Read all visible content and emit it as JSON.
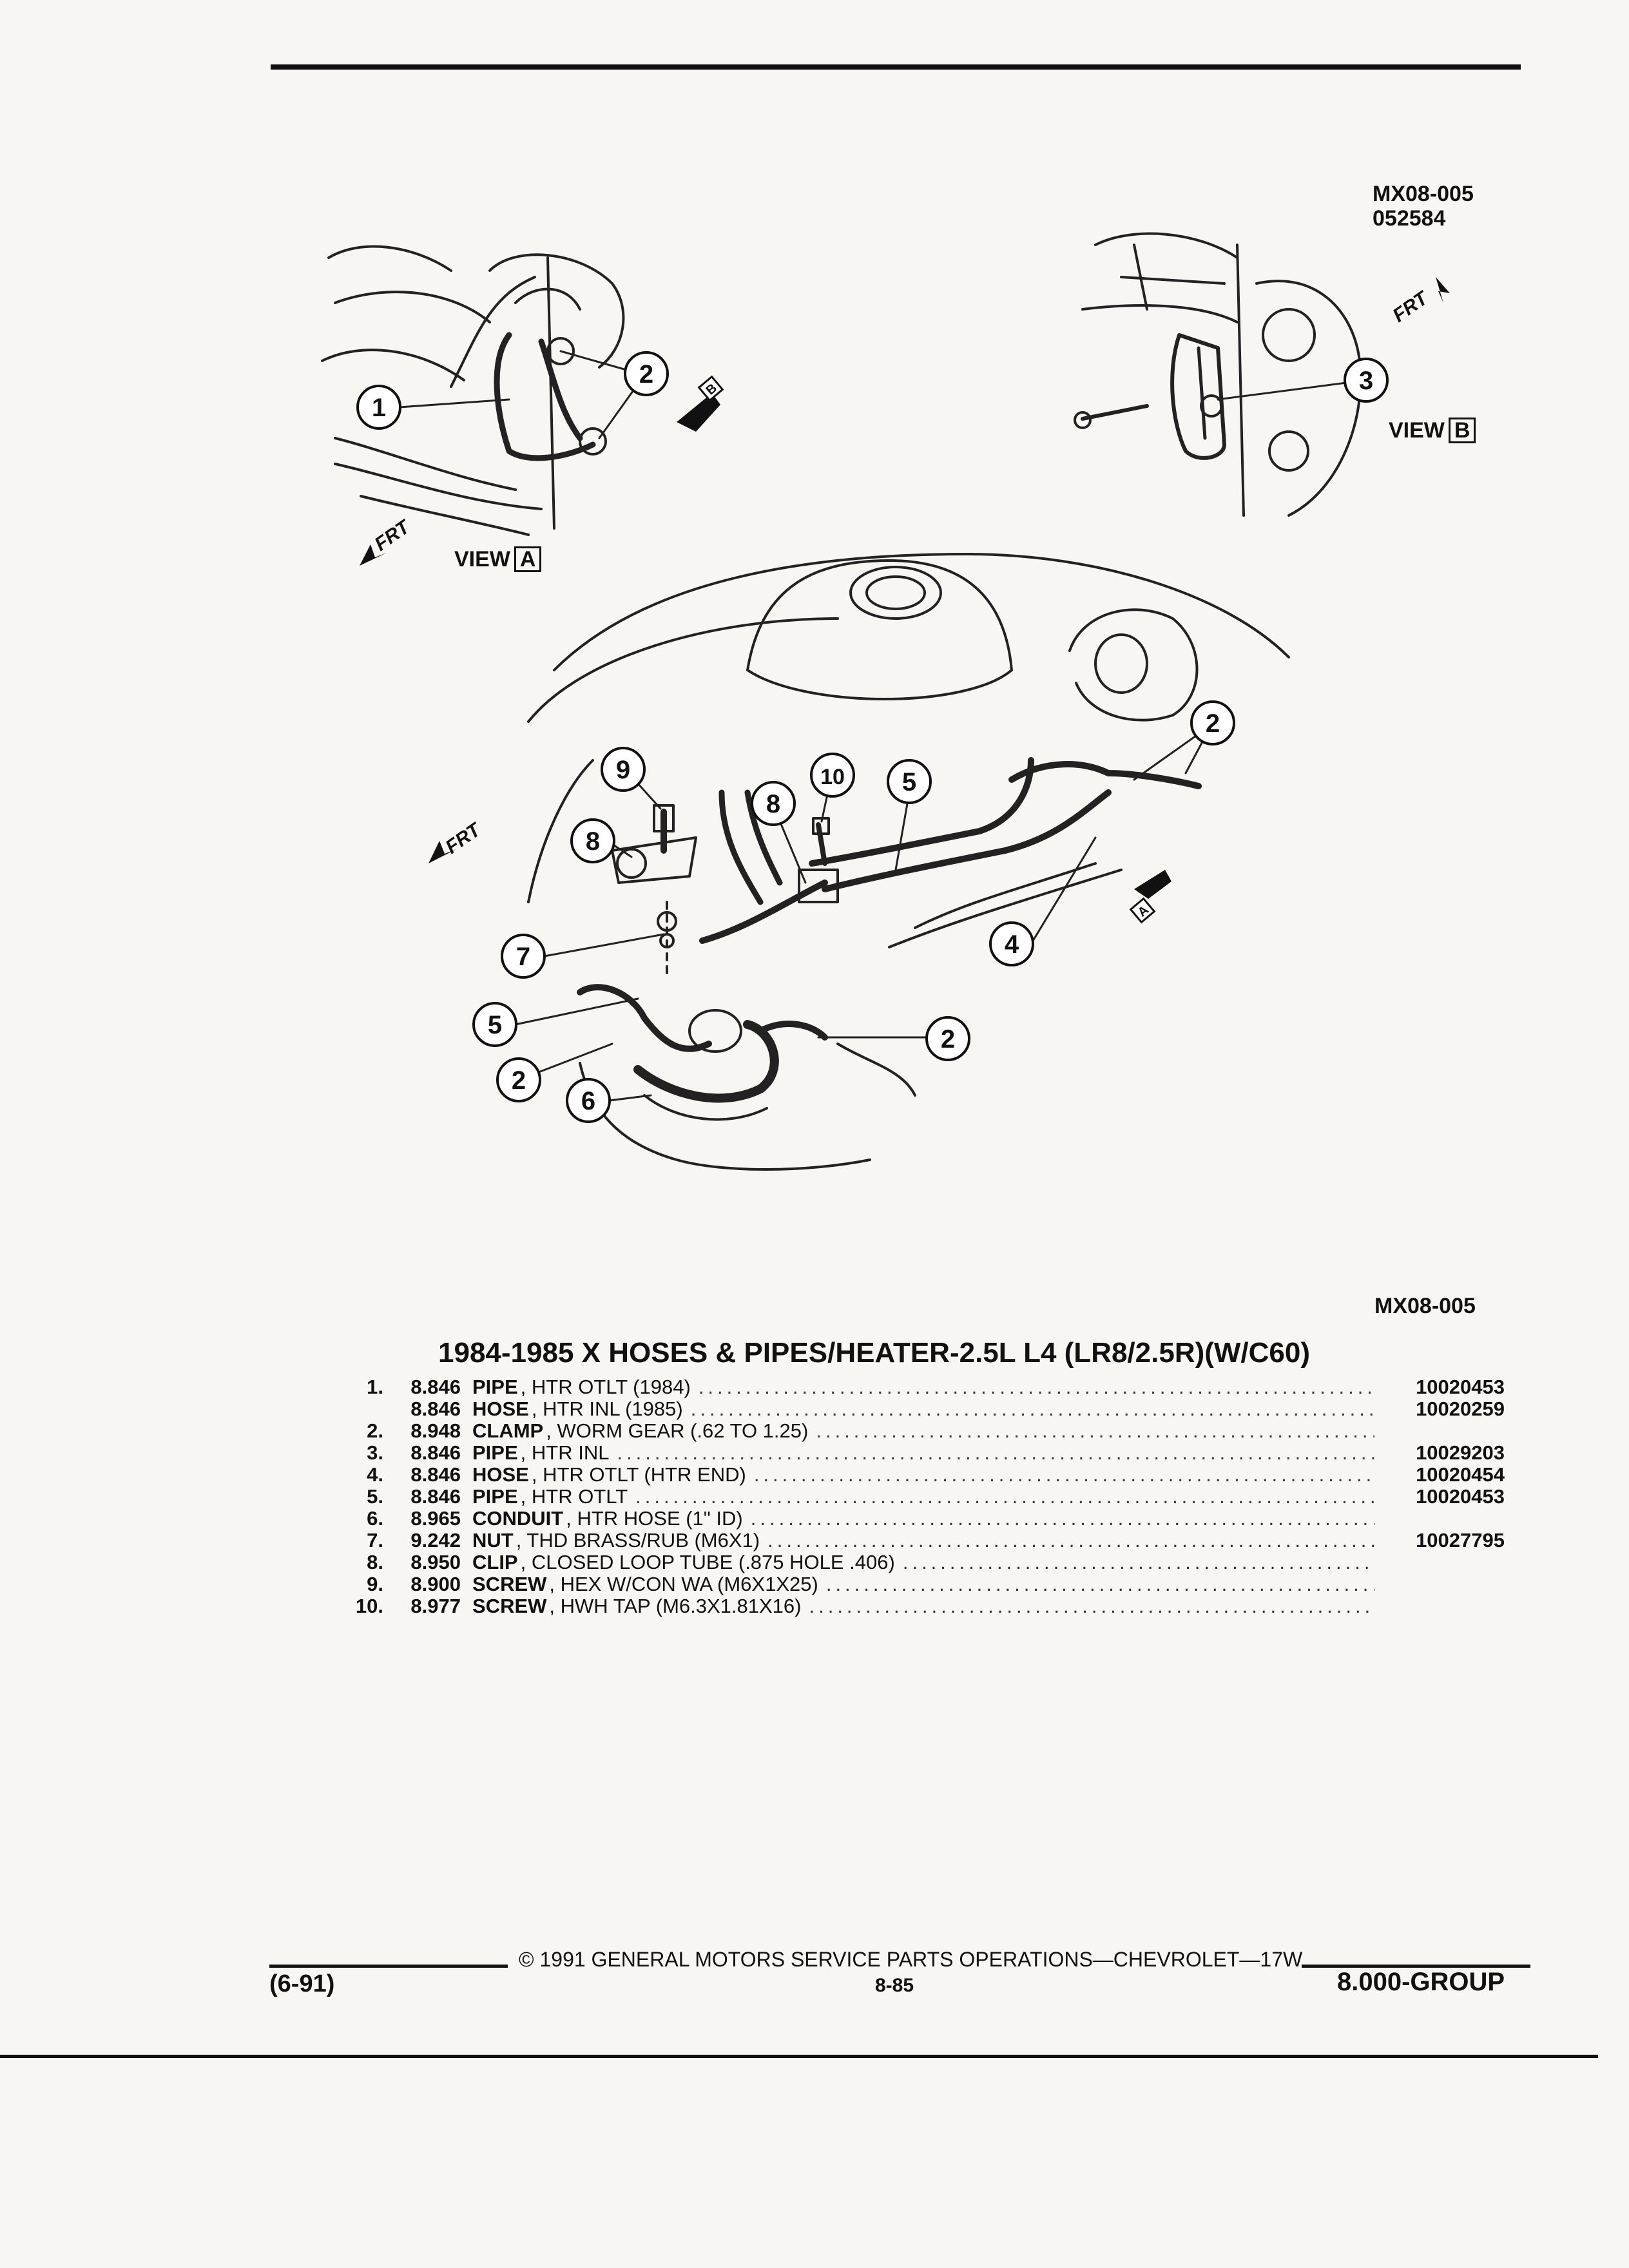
{
  "figure": {
    "code_top_1": "MX08-005",
    "code_top_2": "052584",
    "code_bottom": "MX08-005",
    "view_a": {
      "word": "VIEW",
      "letter": "A"
    },
    "view_b": {
      "word": "VIEW",
      "letter": "B"
    },
    "frt": "FRT",
    "arrow_a": "A",
    "arrow_b": "B",
    "callouts": {
      "a1": "1",
      "a2": "2",
      "b3": "3",
      "m9": "9",
      "m10": "10",
      "m5top": "5",
      "m8left": "8",
      "m8mid": "8",
      "m2top": "2",
      "m4": "4",
      "m7": "7",
      "m5left": "5",
      "m2left": "2",
      "m6": "6",
      "m2right": "2"
    }
  },
  "title": "1984-1985 X HOSES & PIPES/HEATER-2.5L L4 (LR8/2.5R)(W/C60)",
  "parts": [
    {
      "no": "1.",
      "group": "8.846",
      "name": "PIPE",
      "desc": ", HTR OTLT (1984)",
      "part": "10020453"
    },
    {
      "no": "",
      "group": "8.846",
      "name": "HOSE",
      "desc": ", HTR INL (1985)",
      "part": "10020259"
    },
    {
      "no": "2.",
      "group": "8.948",
      "name": "CLAMP",
      "desc": ", WORM GEAR (.62 TO 1.25)",
      "part": ""
    },
    {
      "no": "3.",
      "group": "8.846",
      "name": "PIPE",
      "desc": ", HTR INL",
      "part": "10029203"
    },
    {
      "no": "4.",
      "group": "8.846",
      "name": "HOSE",
      "desc": ", HTR OTLT (HTR END)",
      "part": "10020454"
    },
    {
      "no": "5.",
      "group": "8.846",
      "name": "PIPE",
      "desc": ", HTR OTLT",
      "part": "10020453"
    },
    {
      "no": "6.",
      "group": "8.965",
      "name": "CONDUIT",
      "desc": ", HTR HOSE (1\" ID)",
      "part": ""
    },
    {
      "no": "7.",
      "group": "9.242",
      "name": "NUT",
      "desc": ", THD BRASS/RUB (M6X1)",
      "part": "10027795"
    },
    {
      "no": "8.",
      "group": "8.950",
      "name": "CLIP",
      "desc": ", CLOSED LOOP TUBE (.875 HOLE .406)",
      "part": ""
    },
    {
      "no": "9.",
      "group": "8.900",
      "name": "SCREW",
      "desc": ", HEX W/CON WA (M6X1X25)",
      "part": ""
    },
    {
      "no": "10.",
      "group": "8.977",
      "name": "SCREW",
      "desc": ", HWH TAP (M6.3X1.81X16)",
      "part": ""
    }
  ],
  "footer": {
    "copyright": "© 1991 GENERAL MOTORS SERVICE PARTS OPERATIONS—CHEVROLET—17W",
    "date_code": "(6-91)",
    "page": "8-85",
    "group": "8.000-GROUP"
  }
}
